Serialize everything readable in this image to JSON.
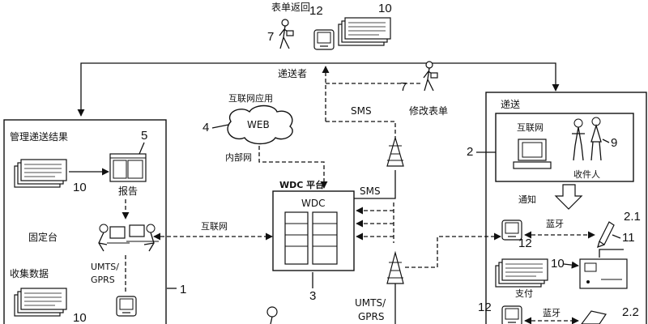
{
  "labels": {
    "form_return": "表单返回",
    "courier": "递送者",
    "modify_form": "修改表单",
    "internet_app": "互联网应用",
    "web": "WEB",
    "intranet": "内部网",
    "sms_top": "SMS",
    "sms_mid": "SMS",
    "manage_results": "管理递送结果",
    "report": "报告",
    "fixed_station": "固定台",
    "internet_link": "互联网",
    "collect_data": "收集数据",
    "umts_gprs_left_1": "UMTS/",
    "umts_gprs_left_2": "GPRS",
    "umts_gprs_bottom_1": "UMTS/",
    "umts_gprs_bottom_2": "GPRS",
    "wdc_platform": "WDC 平台",
    "wdc": "WDC",
    "delivery": "递送",
    "internet_right": "互联网",
    "recipient": "收件人",
    "notify": "通知",
    "bluetooth_1": "蓝牙",
    "bluetooth_2": "蓝牙",
    "payment": "支付"
  },
  "refs": {
    "r12_top": "12",
    "r10_top": "10",
    "r7_top": "7",
    "r7_mid": "7",
    "r4": "4",
    "r5": "5",
    "r10_left_top": "10",
    "r10_left_bottom": "10",
    "r1": "1",
    "r3": "3",
    "r2": "2",
    "r9": "9",
    "r2_1": "2.1",
    "r11": "11",
    "r12_right": "12",
    "r10_right": "10",
    "r12_bottom": "12",
    "r2_2": "2.2"
  }
}
